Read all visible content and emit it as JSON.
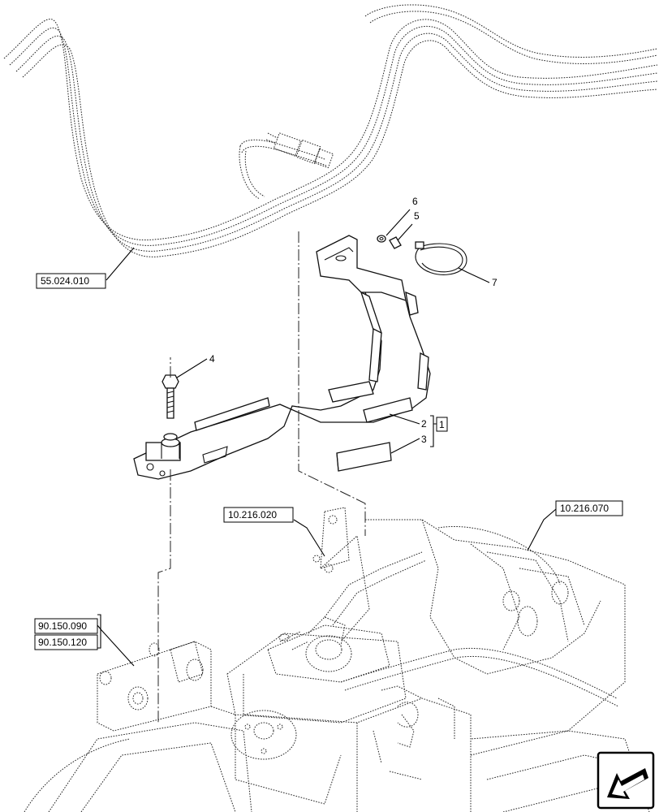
{
  "callouts": [
    {
      "id": "c6",
      "text": "6"
    },
    {
      "id": "c5",
      "text": "5"
    },
    {
      "id": "c7",
      "text": "7"
    },
    {
      "id": "c4",
      "text": "4"
    },
    {
      "id": "c2",
      "text": "2"
    },
    {
      "id": "c3",
      "text": "3"
    },
    {
      "id": "c1",
      "text": "1"
    }
  ],
  "references": {
    "harness": "55.024.010",
    "bracket_left": "10.216.020",
    "tank": "10.216.070",
    "frame_1": "90.150.090",
    "frame_2": "90.150.120"
  },
  "icons": {
    "nav_arrow": "view-direction-arrow-icon"
  }
}
